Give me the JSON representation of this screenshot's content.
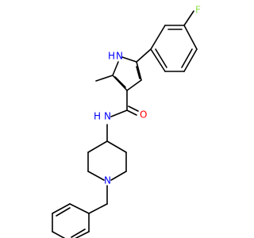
{
  "molecule": {
    "labels": {
      "fluorine": "F",
      "pyrrole_nh": "H",
      "pyrrole_n": "N",
      "amide_oxygen": "O",
      "amide_n": "N",
      "amide_h": "H",
      "piperidine_n": "N"
    },
    "colors": {
      "bond": "#000000",
      "carbon": "#000000",
      "nitrogen": "#0000ff",
      "oxygen": "#ff0000",
      "fluorine": "#90e050"
    }
  }
}
